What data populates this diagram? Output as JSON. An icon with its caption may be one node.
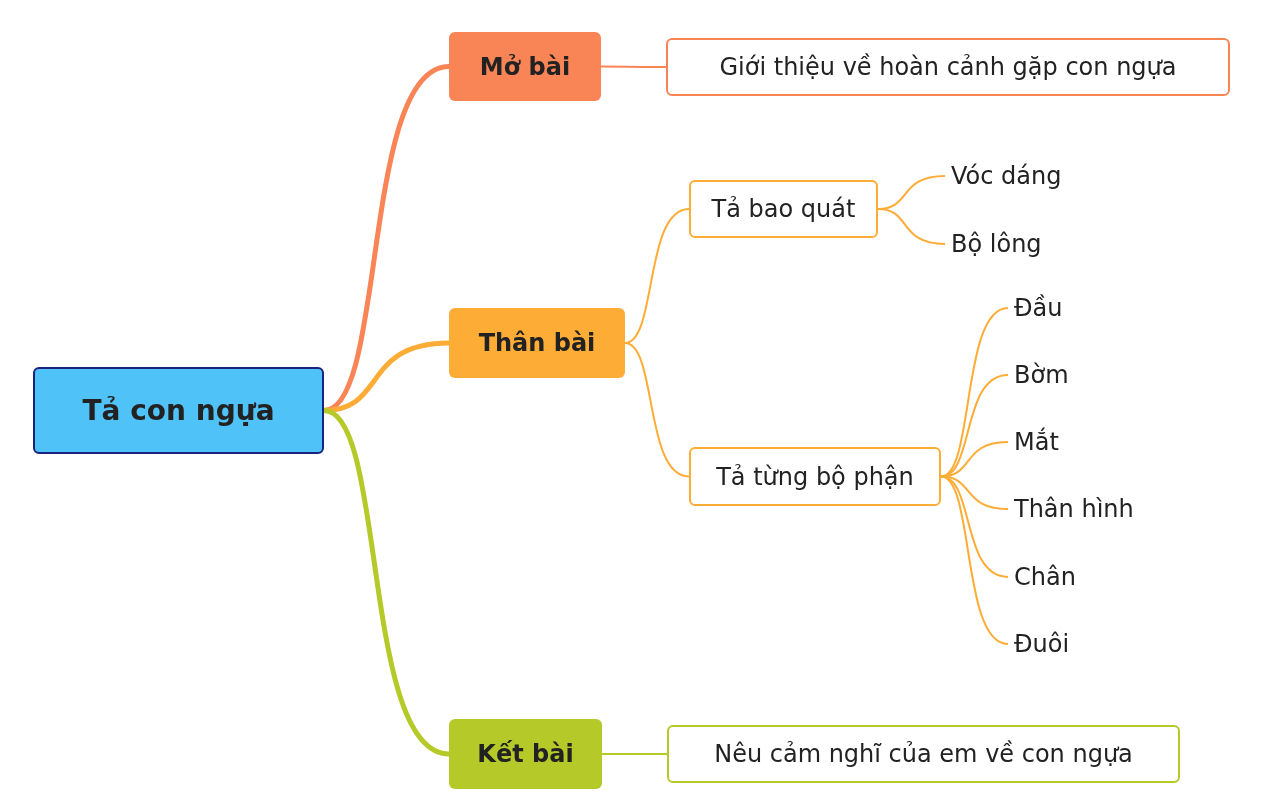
{
  "diagram": {
    "nodes": [
      {
        "text": [
          "Tả con ngựa"
        ]
      },
      {
        "text": [
          "Mở bài"
        ]
      },
      {
        "text": [
          "Giới thiệu về hoàn cảnh gặp con ngựa"
        ]
      },
      {
        "text": [
          "Thân bài"
        ]
      },
      {
        "text": [
          "Tả bao quát"
        ]
      },
      {
        "text": [
          "Vóc dáng"
        ]
      },
      {
        "text": [
          "Bộ lông"
        ]
      },
      {
        "text": [
          "Tả từng bộ phận"
        ]
      },
      {
        "text": [
          "Đầu"
        ]
      },
      {
        "text": [
          "Bờm"
        ]
      },
      {
        "text": [
          "Mắt"
        ]
      },
      {
        "text": [
          "Thân hình"
        ]
      },
      {
        "text": [
          "Chân"
        ]
      },
      {
        "text": [
          "Đuôi"
        ]
      },
      {
        "text": [
          "Kết bài"
        ]
      },
      {
        "text": [
          "Nêu cảm nghĩ của em về con ngựa"
        ]
      }
    ],
    "edges": [
      {
        "from": 0,
        "to": 1,
        "arrow": "none",
        "style": "thick",
        "color": "#f98557"
      },
      {
        "from": 1,
        "to": 2,
        "arrow": "none",
        "color": "#f98557"
      },
      {
        "from": 0,
        "to": 3,
        "arrow": "none",
        "style": "thick"
      },
      {
        "from": 3,
        "to": 4,
        "arrow": "none"
      },
      {
        "from": 4,
        "to": 5,
        "arrow": "none"
      },
      {
        "from": 4,
        "to": 6,
        "arrow": "none"
      },
      {
        "from": 3,
        "to": 7,
        "arrow": "none"
      },
      {
        "from": 7,
        "to": 8,
        "arrow": "none"
      },
      {
        "from": 7,
        "to": 9,
        "arrow": "none"
      },
      {
        "from": 7,
        "to": 10,
        "arrow": "none"
      },
      {
        "from": 7,
        "to": 11,
        "arrow": "none"
      },
      {
        "from": 7,
        "to": 12,
        "arrow": "none"
      },
      {
        "from": 7,
        "to": 13,
        "arrow": "none"
      },
      {
        "from": 0,
        "to": 14,
        "arrow": "none",
        "style": "thick",
        "color": "#b5c928"
      },
      {
        "from": 14,
        "to": 15,
        "arrow": "none",
        "color": "#b5c928"
      }
    ]
  }
}
